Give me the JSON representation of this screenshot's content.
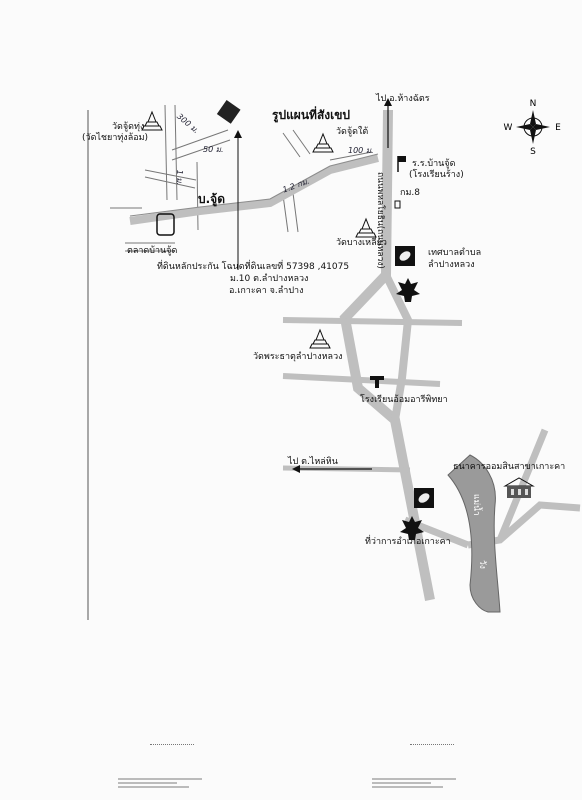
{
  "map": {
    "title": "รูปแผนที่สังเขป",
    "labels": {
      "to_hangchat": "ไป อ.ห้างฉัตร",
      "wat_juthung": "วัดจู้ดทุ่ง",
      "wat_juthung_alt": "(วัดไชยาทุ่งล้อม)",
      "wat_judtai": "วัดจู้ดใต้",
      "school_banjud": "ร.ร.บ้านจู้ด",
      "school_banjud_note": "(โรงเรียนร้าง)",
      "km8": "กม.8",
      "village_jud": "บ.จู้ด",
      "market_banjud": "ตลาดบ้านจู้ด",
      "wat_bangliao": "วัดบางเหลียว",
      "collateral_line1": "ที่ดินหลักประกัน  โฉนดที่ดินเลขที่  57398 ,41075",
      "collateral_line2": "ม.10  ต.ลำปางหลวง",
      "collateral_line3": "อ.เกาะคา  จ.ลำปาง",
      "municipality_line1": "เทศบาลตำบล",
      "municipality_line2": "ลำปางหลวง",
      "wat_phrathat": "วัดพระธาตุลำปางหลวง",
      "school_omari": "โรงเรียนอ้อมอารีพิทยา",
      "to_tlaihin": "ไป ต.ไหล่หิน",
      "gsb_kokha": "ธนาคารออมสินสาขาเกาะคา",
      "district_office": "ที่ว่าการอำเภอเกาะคา",
      "highway": "ถนนพหลโยธิน(ถนนหลวง)",
      "river_top": "แม่น้ำ",
      "river_bottom": "วัง"
    },
    "handwritten": {
      "d1": "300 ม.",
      "d2": "50 ม.",
      "d3": "1.2 กม.",
      "d4": "100 ม.",
      "d5": "1 ม."
    },
    "compass": {
      "n": "N",
      "s": "S",
      "e": "E",
      "w": "W"
    }
  },
  "colors": {
    "road": "#bfbfbf",
    "road_edge": "#8c8c8c",
    "river": "#9a9a9a",
    "ink": "#111111"
  }
}
